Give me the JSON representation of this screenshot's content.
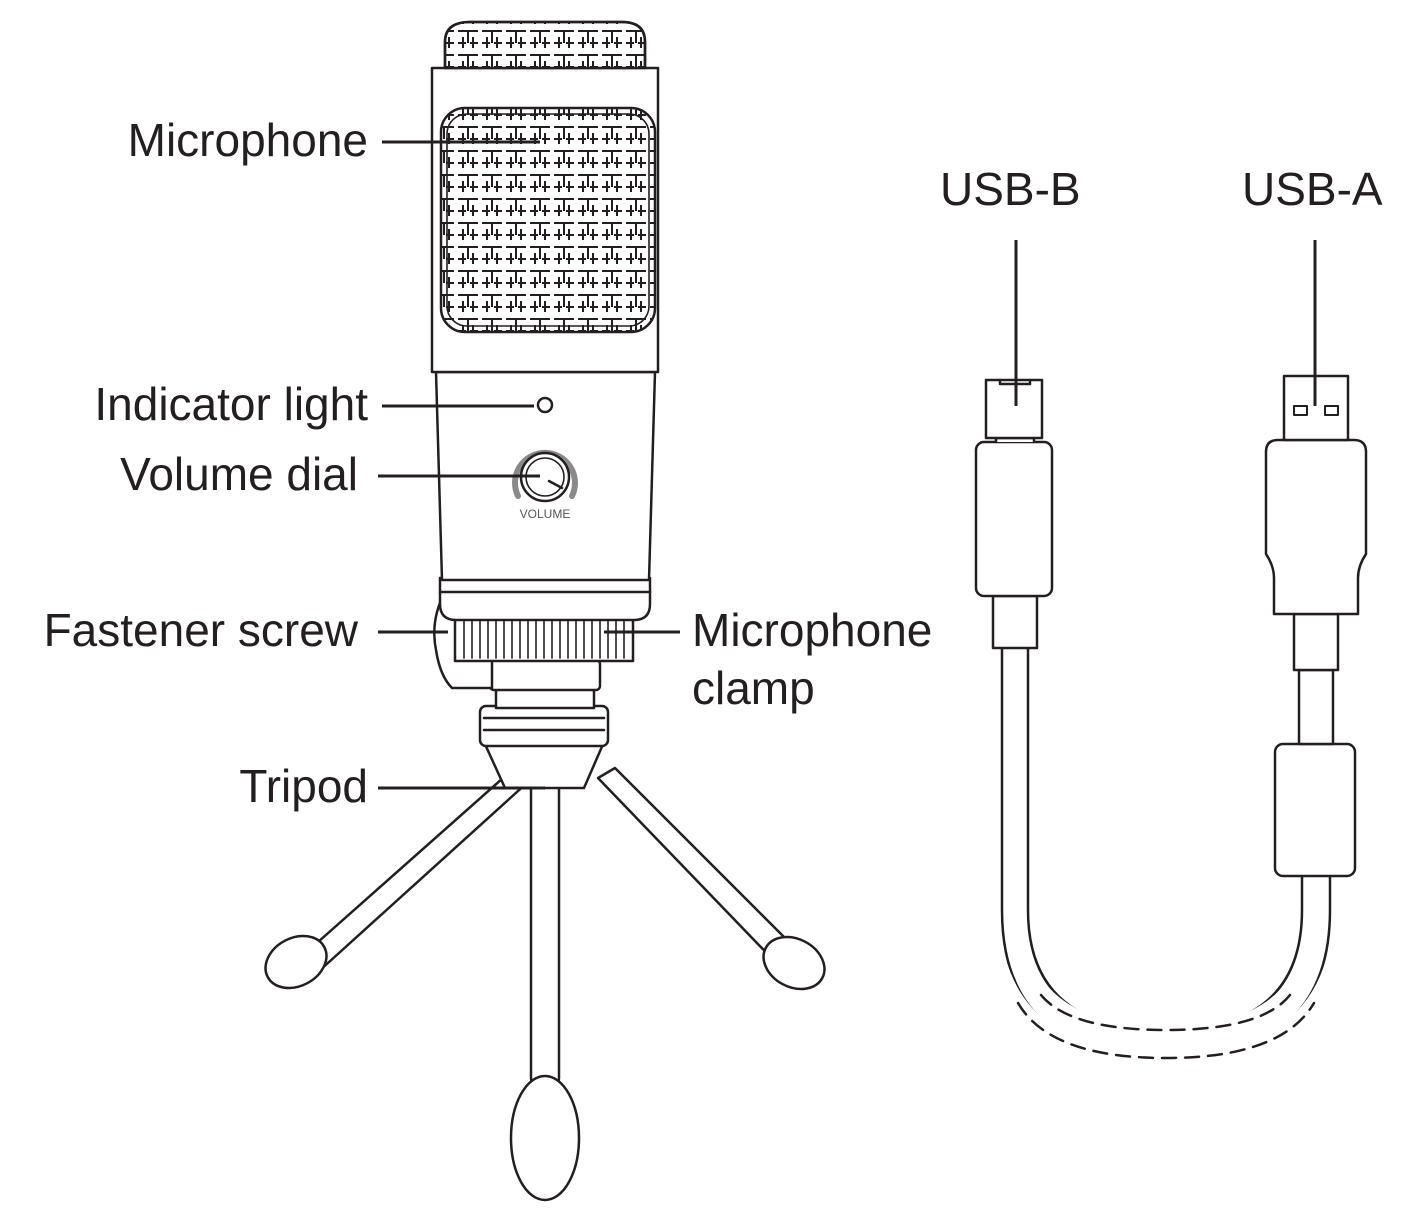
{
  "labels": {
    "microphone": "Microphone",
    "indicator_light": "Indicator light",
    "volume_dial": "Volume dial",
    "fastener_screw": "Fastener screw",
    "microphone_clamp_line1": "Microphone",
    "microphone_clamp_line2": "clamp",
    "tripod": "Tripod",
    "usb_b": "USB-B",
    "usb_a": "USB-A"
  },
  "dial_text": "VOLUME",
  "colors": {
    "line": "#231f20",
    "dial_ring": "#8a8a8a"
  }
}
